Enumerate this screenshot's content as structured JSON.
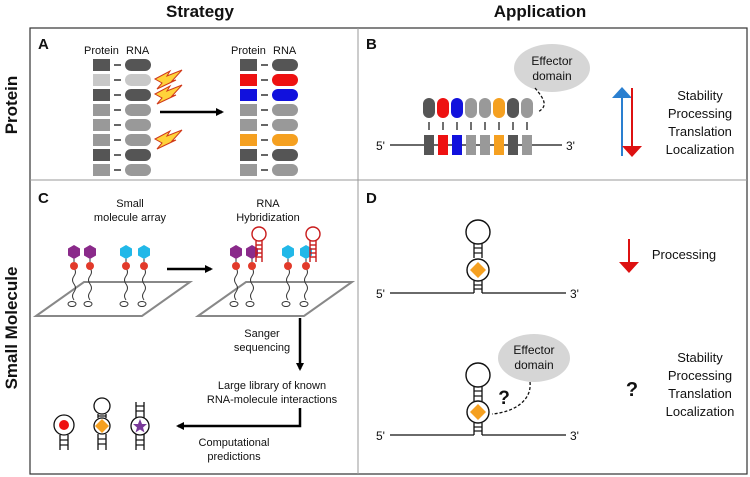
{
  "headers": {
    "strategy": "Strategy",
    "application": "Application",
    "protein": "Protein",
    "small_molecule": "Small Molecule"
  },
  "panel_a": {
    "letter": "A",
    "left_protein": "Protein",
    "left_rna": "RNA",
    "right_protein": "Protein",
    "right_rna": "RNA",
    "colors": {
      "dark": "#555555",
      "light": "#c8c8c8",
      "mid": "#999999",
      "red": "#ee1111",
      "blue": "#1111dd",
      "orange": "#f5a020",
      "bolt": "#ffd23a",
      "bolt_stroke": "#d03a1a"
    }
  },
  "panel_b": {
    "letter": "B",
    "effector_line1": "Effector",
    "effector_line2": "domain",
    "five_prime": "5'",
    "three_prime": "3'",
    "functions": [
      "Stability",
      "Processing",
      "Translation",
      "Localization"
    ],
    "up_arrow_color": "#2a7fd0",
    "down_arrow_color": "#dd1111"
  },
  "panel_c": {
    "letter": "C",
    "small_molecule_array_line1": "Small",
    "small_molecule_array_line2": "molecule array",
    "rna_hybridization_line1": "RNA",
    "rna_hybridization_line2": "Hybridization",
    "sanger_line1": "Sanger",
    "sanger_line2": "sequencing",
    "library_line1": "Large library of known",
    "library_line2": "RNA-molecule interactions",
    "computational_line1": "Computational",
    "computational_line2": "predictions",
    "colors": {
      "purple": "#8a2a8a",
      "cyan": "#22b8e8",
      "red_ball": "#e23a2a",
      "orange": "#f5a020",
      "star": "#7a3a9a"
    }
  },
  "panel_d": {
    "letter": "D",
    "processing": "Processing",
    "five_prime_top": "5'",
    "three_prime_top": "3'",
    "effector_line1": "Effector",
    "effector_line2": "domain",
    "question_mark": "?",
    "big_question": "?",
    "five_prime_bottom": "5'",
    "three_prime_bottom": "3'",
    "functions": [
      "Stability",
      "Processing",
      "Translation",
      "Localization"
    ]
  }
}
